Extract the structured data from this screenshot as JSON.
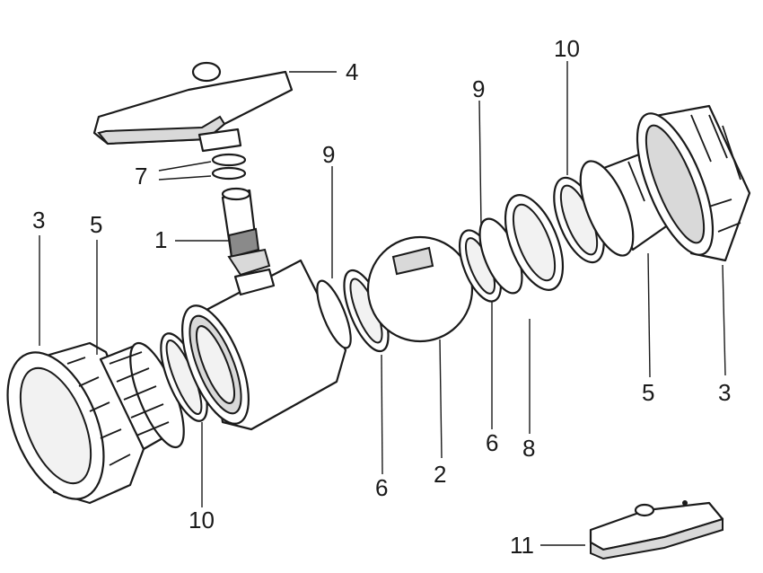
{
  "labels": {
    "l1": "1",
    "l2": "2",
    "l3_left": "3",
    "l3_right": "3",
    "l4": "4",
    "l5_left": "5",
    "l5_right": "5",
    "l6_left": "6",
    "l6_right": "6",
    "l7": "7",
    "l8": "8",
    "l9_left": "9",
    "l9_right": "9",
    "l10_left": "10",
    "l10_right": "10",
    "l11": "11"
  }
}
